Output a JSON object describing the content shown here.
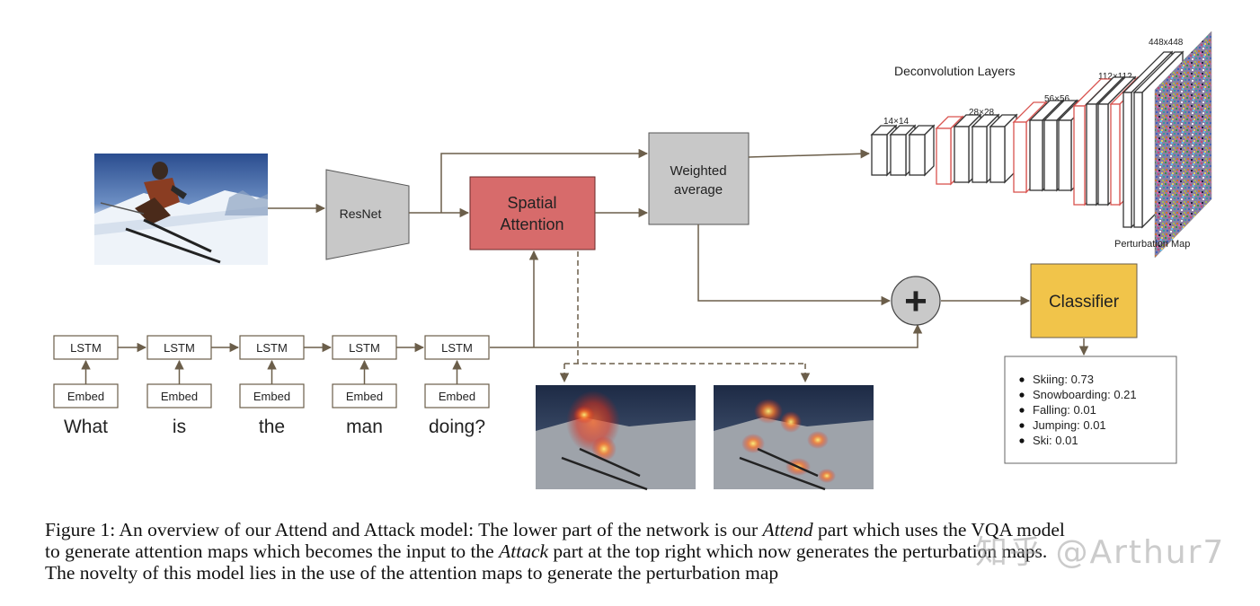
{
  "figure": {
    "resnet_label": "ResNet",
    "spatial_attention_label": [
      "Spatial",
      "Attention"
    ],
    "weighted_average_label": [
      "Weighted",
      "average"
    ],
    "deconv_title": "Deconvolution Layers",
    "deconv_sizes": [
      "14×14",
      "28×28",
      "56×56",
      "112×112",
      "448x448"
    ],
    "perturbation_map_label": "Perturbation Map",
    "classifier_label": "Classifier",
    "plus_symbol": "+",
    "lstm_label": "LSTM",
    "embed_label": "Embed",
    "words": [
      "What",
      "is",
      "the",
      "man",
      "doing?"
    ],
    "predictions": [
      {
        "label": "Skiing",
        "score": "0.73"
      },
      {
        "label": "Snowboarding",
        "score": "0.21"
      },
      {
        "label": "Falling",
        "score": "0.01"
      },
      {
        "label": "Jumping",
        "score": "0.01"
      },
      {
        "label": "Ski",
        "score": "0.01"
      }
    ],
    "colors": {
      "arrow": "#6b5e4a",
      "spatial_attention": "#d76b6b",
      "gray_box": "#c8c8c8",
      "classifier": "#f1c44a",
      "plus_circle": "#c9c9c9",
      "deconv_red": "#d9534f"
    }
  },
  "caption": {
    "l1_a": "Figure 1: An overview of our Attend and Attack model: The lower part of the network is our ",
    "l1_i": "Attend",
    "l1_b": " part which uses the VQA model",
    "l2_a": "to generate attention maps which becomes the input to the ",
    "l2_i": "Attack",
    "l2_b": " part at the top right which now generates the perturbation maps.",
    "l3": "The novelty of this model lies in the use of the attention maps to generate the perturbation map"
  },
  "watermark": "知乎 @Arthur7"
}
